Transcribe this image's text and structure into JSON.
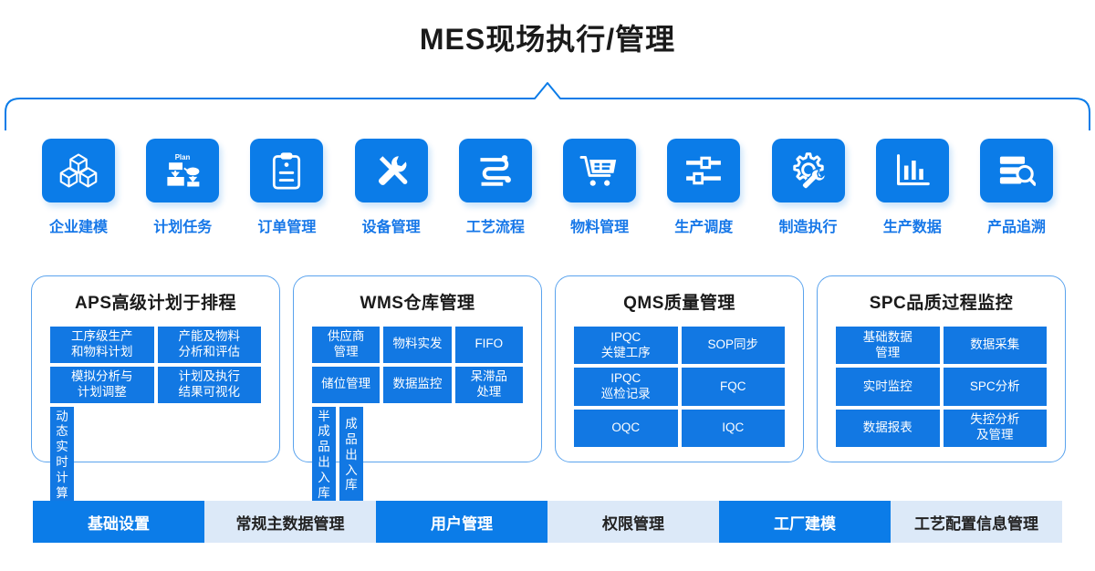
{
  "header": {
    "title": "MES现场执行/管理",
    "brace_color": "#0B7CE8"
  },
  "icon_row": {
    "tile_color": "#0B7CE8",
    "label_color": "#1677E8",
    "items": [
      {
        "label": "企业建模",
        "icon": "cubes-icon"
      },
      {
        "label": "计划任务",
        "icon": "plan-flowchart-icon"
      },
      {
        "label": "订单管理",
        "icon": "clipboard-icon"
      },
      {
        "label": "设备管理",
        "icon": "tools-wrench-screwdriver-icon"
      },
      {
        "label": "工艺流程",
        "icon": "process-flow-icon"
      },
      {
        "label": "物料管理",
        "icon": "shopping-cart-icon"
      },
      {
        "label": "生产调度",
        "icon": "sliders-icon"
      },
      {
        "label": "制造执行",
        "icon": "gear-wrench-icon"
      },
      {
        "label": "生产数据",
        "icon": "bar-chart-icon"
      },
      {
        "label": "产品追溯",
        "icon": "document-search-icon"
      }
    ]
  },
  "panels": [
    {
      "title": "APS高级计划于排程",
      "rows": [
        {
          "slim": false,
          "cells": [
            "工序级生产\n和物料计划",
            "产能及物料\n分析和评估"
          ]
        },
        {
          "slim": false,
          "cells": [
            "模拟分析与\n计划调整",
            "计划及执行\n结果可视化"
          ]
        },
        {
          "slim": true,
          "cells": [
            "动态实时计算"
          ]
        }
      ]
    },
    {
      "title": "WMS仓库管理",
      "rows": [
        {
          "slim": false,
          "cells": [
            "供应商\n管理",
            "物料实发",
            "FIFO"
          ]
        },
        {
          "slim": false,
          "cells": [
            "储位管理",
            "数据监控",
            "呆滞品\n处理"
          ]
        },
        {
          "slim": true,
          "cells": [
            "半成品出入库",
            "成品出入库"
          ]
        }
      ]
    },
    {
      "title": "QMS质量管理",
      "rows": [
        {
          "slim": false,
          "cells": [
            "IPQC\n关键工序",
            "SOP同步"
          ]
        },
        {
          "slim": false,
          "cells": [
            "IPQC\n巡检记录",
            "FQC"
          ]
        },
        {
          "slim": false,
          "cells": [
            "OQC",
            "IQC"
          ]
        }
      ]
    },
    {
      "title": "SPC品质过程监控",
      "rows": [
        {
          "slim": false,
          "cells": [
            "基础数据\n管理",
            "数据采集"
          ]
        },
        {
          "slim": false,
          "cells": [
            "实时监控",
            "SPC分析"
          ]
        },
        {
          "slim": false,
          "cells": [
            "数据报表",
            "失控分析\n及管理"
          ]
        }
      ]
    }
  ],
  "bottom_bar": {
    "active_color": "#0B7CE8",
    "inactive_color": "#DCE9F8",
    "items": [
      {
        "label": "基础设置",
        "active": true
      },
      {
        "label": "常规主数据管理",
        "active": false
      },
      {
        "label": "用户管理",
        "active": true
      },
      {
        "label": "权限管理",
        "active": false
      },
      {
        "label": "工厂建模",
        "active": true
      },
      {
        "label": "工艺配置信息管理",
        "active": false
      }
    ]
  }
}
